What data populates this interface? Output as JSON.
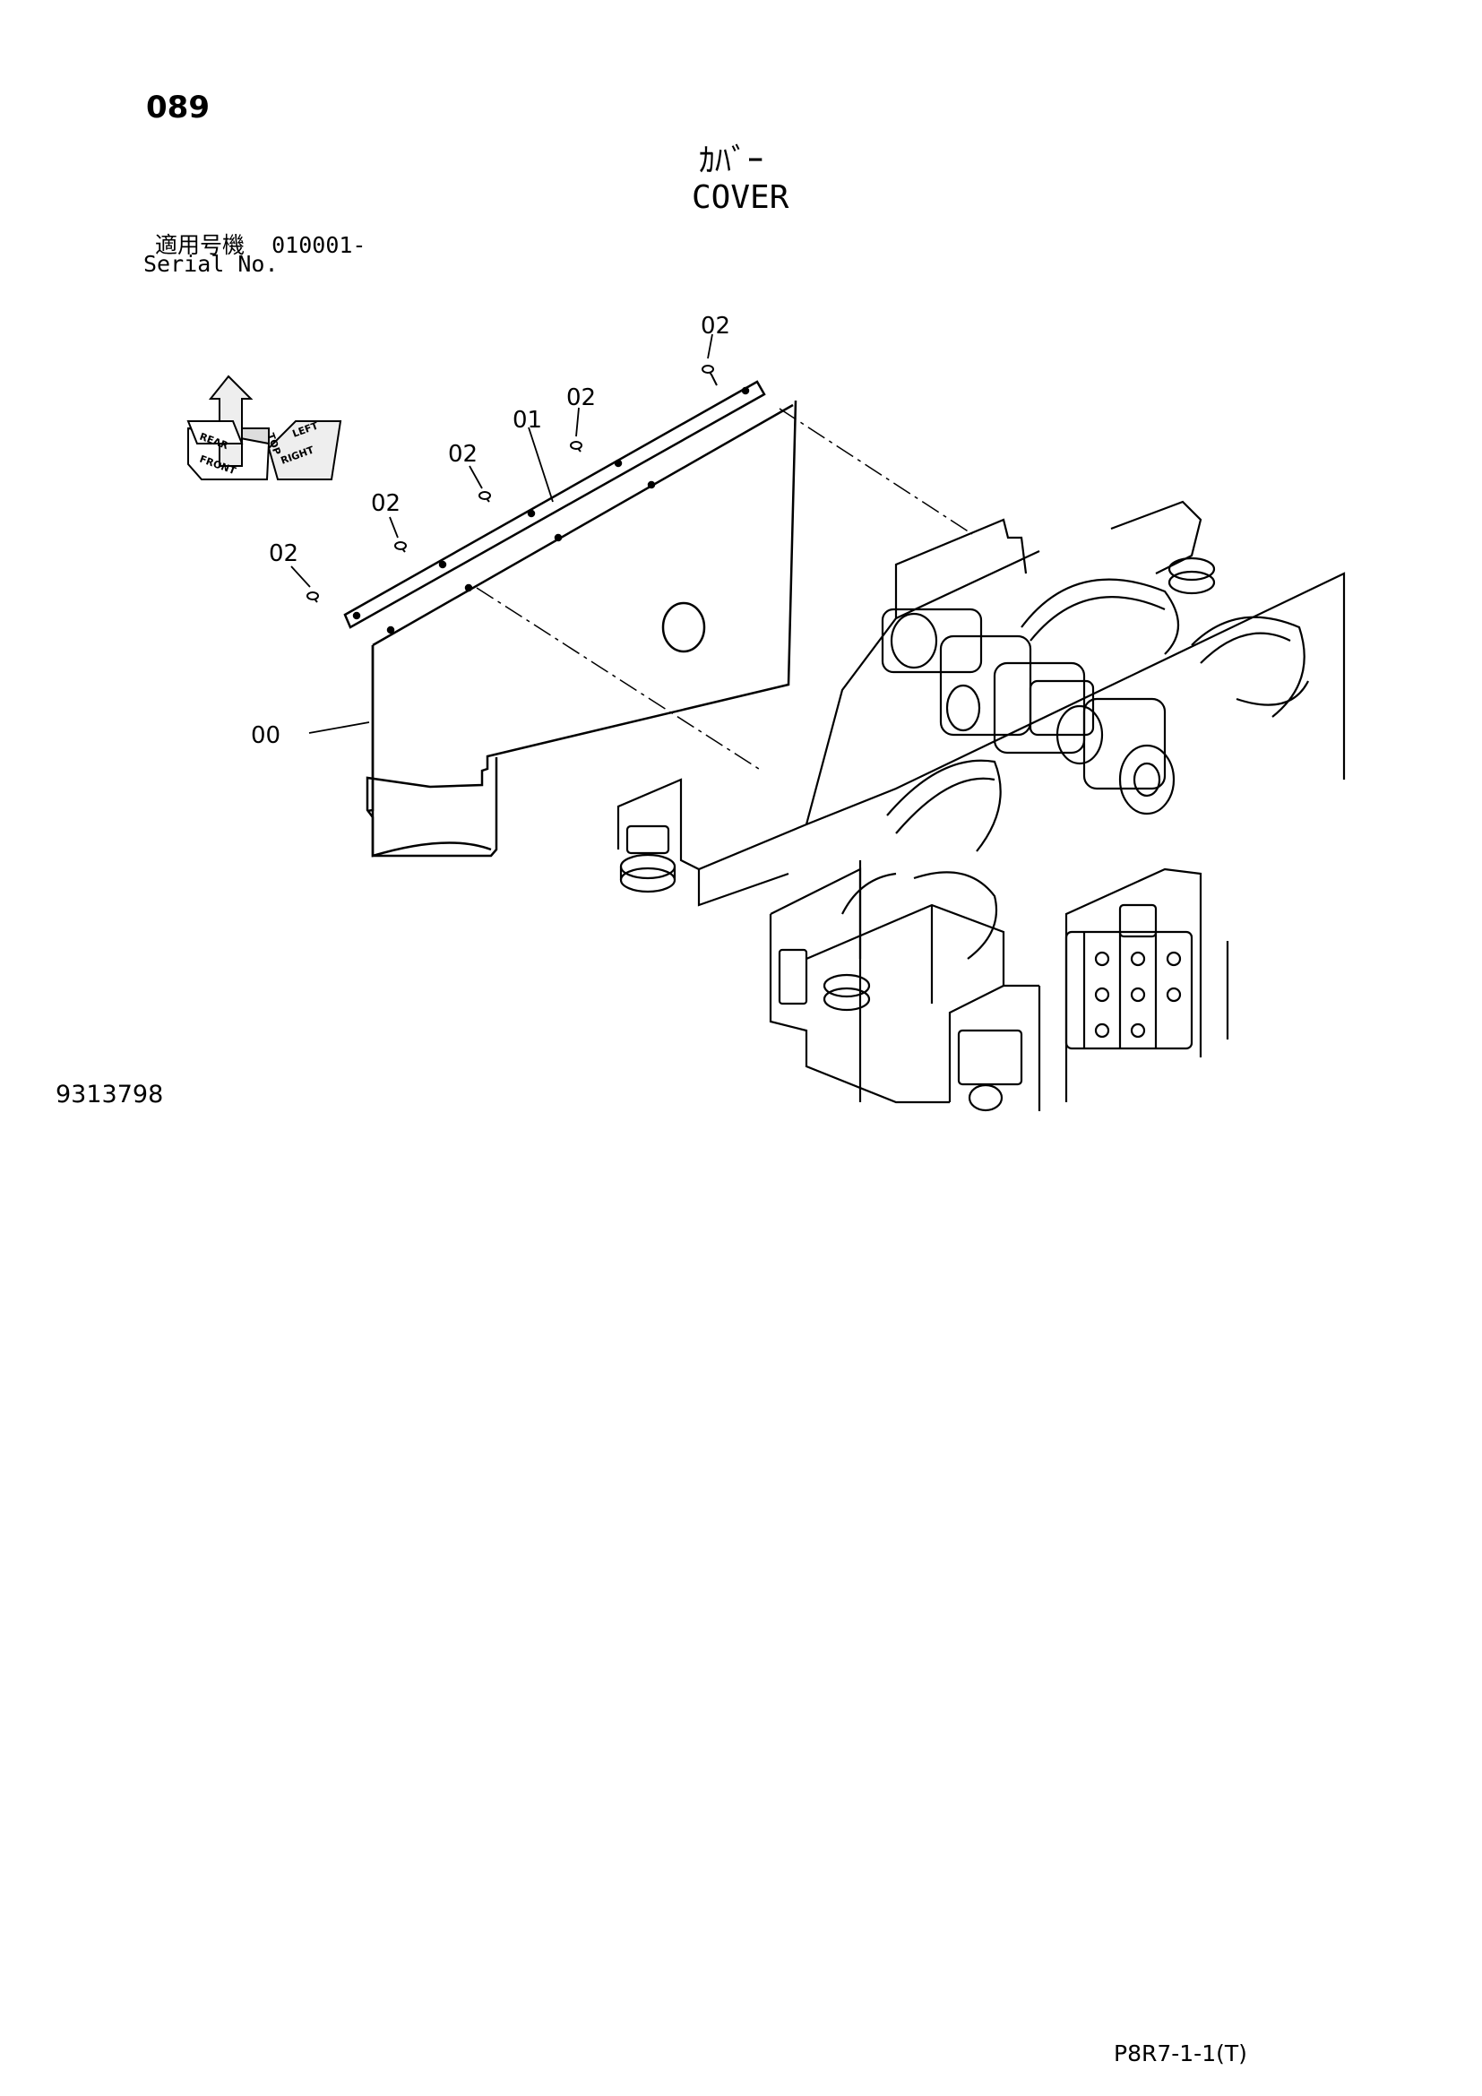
{
  "page": {
    "number": "089"
  },
  "title": {
    "japanese": "ｶﾊﾞｰ",
    "english": "COVER"
  },
  "serial": {
    "label_ja": "適用号機",
    "value": "010001-",
    "label_en": "Serial No."
  },
  "callouts": {
    "cover": "00",
    "plate": "01",
    "bolt": "02"
  },
  "direction_indicator": {
    "top": "TOP",
    "front": "FRONT",
    "right": "RIGHT",
    "rear": "REAR",
    "left": "LEFT"
  },
  "drawing_number": "9313798",
  "footer_code": "P8R7-1-1(T)"
}
